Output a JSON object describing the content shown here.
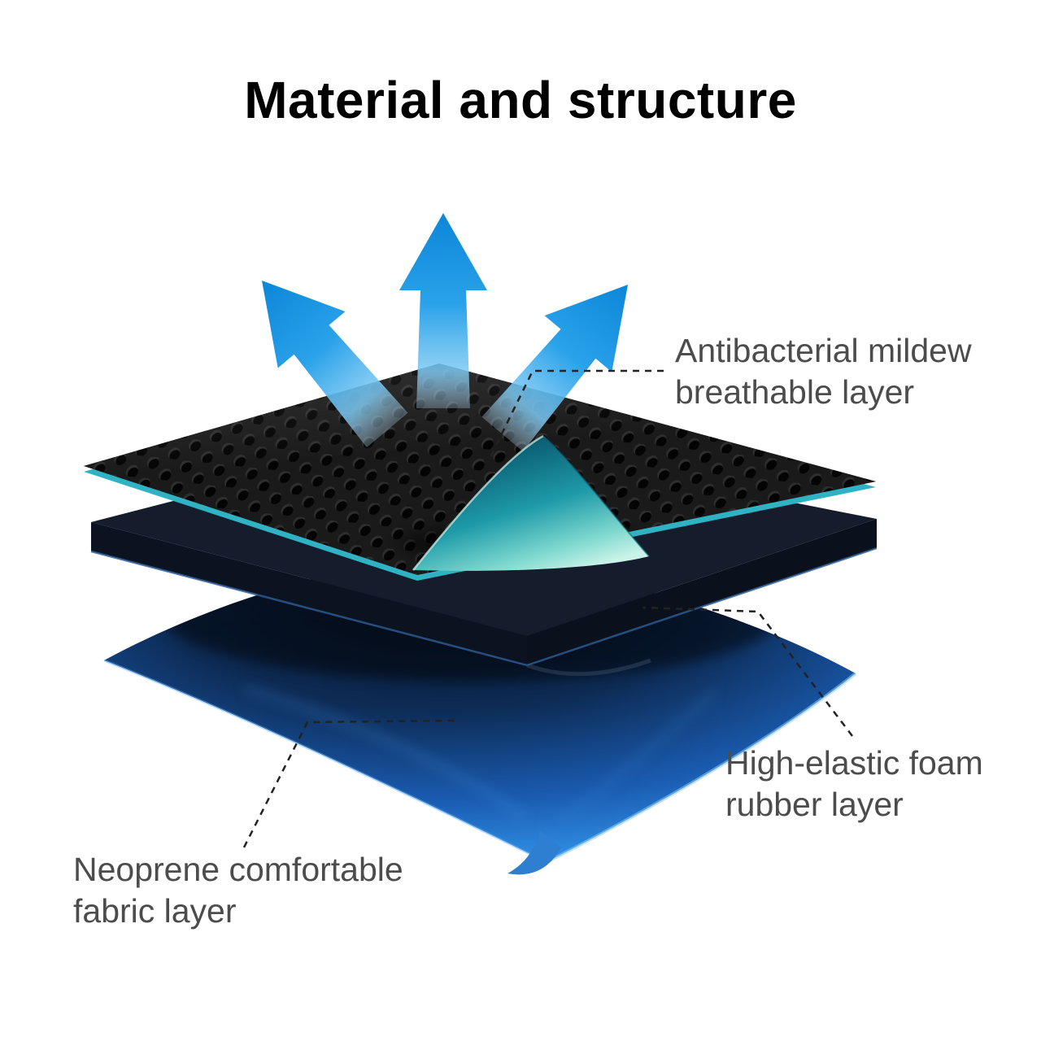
{
  "title": "Material and structure",
  "labels": {
    "breathable": "Antibacterial mildew\nbreathable layer",
    "foam": "High-elastic foam\nrubber layer",
    "neoprene": "Neoprene comfortable\nfabric layer"
  },
  "colors": {
    "background": "#ffffff",
    "title_text": "#000000",
    "label_text": "#4c4c4c",
    "arrow_blue": "#2aa2ea",
    "underside_teal": "#2fb3c4",
    "fabric_blue": "#2f8de2",
    "foam_dark": "#151d2c",
    "leader_line": "#222222"
  }
}
